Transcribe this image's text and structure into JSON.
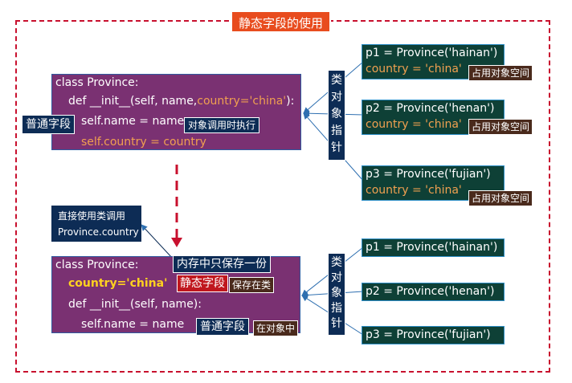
{
  "title": "静态字段的使用",
  "top": {
    "class_lines": [
      "class Province:",
      "def __init__(self, name,",
      "country='china'",
      "):",
      "self.name = name",
      "self.country = country"
    ],
    "label_left": "普通字段",
    "label_inline": "对象调用时执行",
    "vertical_label": [
      "类",
      "对",
      "象",
      "指",
      "针"
    ],
    "objects": [
      {
        "line1": "p1 = Province('hainan')",
        "line2": "country = 'china'",
        "tag": "占用对象空间"
      },
      {
        "line1": "p2 = Province('henan')",
        "line2": "country = 'china'",
        "tag": "占用对象空间"
      },
      {
        "line1": "p3 = Province('fujian')",
        "line2": "country = 'china'",
        "tag": "占用对象空间"
      }
    ]
  },
  "note": {
    "line1": "直接使用类调用",
    "line2": "Province.country"
  },
  "bottom": {
    "class_lines": [
      "class Province:",
      "country='china'",
      "def __init__(self, name):",
      "self.name = name"
    ],
    "memory_note": "内存中只保存一份",
    "static_label": "静态字段",
    "static_where": "保存在类",
    "normal_label": "普通字段",
    "normal_where": "在对象中",
    "vertical_label": [
      "类",
      "对",
      "象",
      "指",
      "针"
    ],
    "objects": [
      "p1 = Province('hainan')",
      "p2 = Province('henan')",
      "p3 = Province('fujian')"
    ]
  },
  "colors": {
    "frame": "#c8102e",
    "class_box": "#7a3172",
    "object_box": "#0e4036",
    "label": "#0d2c55",
    "tag": "#4a2a1c",
    "accent": "#e84c1e"
  }
}
